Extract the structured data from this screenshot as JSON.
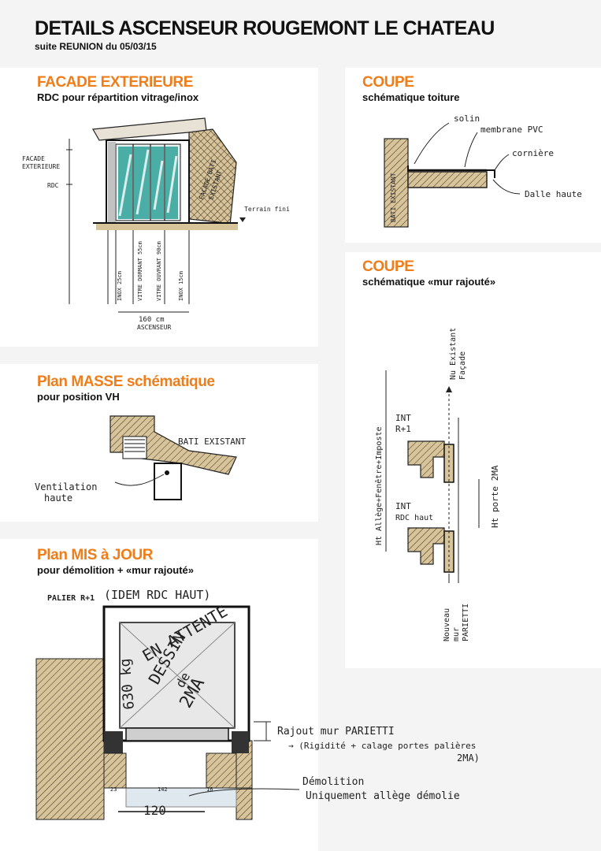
{
  "page": {
    "title": "DETAILS ASCENSEUR ROUGEMONT LE CHATEAU",
    "subtitle": "suite REUNION du 05/03/15"
  },
  "sections": {
    "facade": {
      "title": "FACADE EXTERIEURE",
      "subtitle": "RDC pour répartition vitrage/inox",
      "labels": {
        "facade_exterieure": "FACADE\nEXTERIEURE",
        "rdc": "RDC",
        "facade_bati": "FACADE/BATI\nEXISTANT",
        "terrain_fini": "Terrain fini",
        "inox_left": "INOX 25cm",
        "vitre_dormant": "VITRE DORMANT 55cm",
        "vitre_ouvrant": "VITRE OUVRANT 90cm",
        "inox_right": "INOX 15cm",
        "width": "160 cm",
        "ascenseur": "ASCENSEUR"
      }
    },
    "coupe_toiture": {
      "title": "COUPE",
      "subtitle": "schématique toiture",
      "labels": {
        "solin": "solin",
        "membrane": "membrane PVC",
        "corniere": "cornière",
        "dalle": "Dalle haute",
        "bati": "BATI EXISTANT"
      }
    },
    "coupe_mur": {
      "title": "COUPE",
      "subtitle": "schématique «mur rajouté»",
      "labels": {
        "nu_existant": "Nu Existant\nFaçade",
        "ht_allege": "Ht Allège+Fenêtre+Imposte",
        "int_r1": "INT\nR+1",
        "int_rdc": "INT\nRDC haut",
        "ht_porte": "Ht porte 2MA",
        "nouveau_mur": "Nouveau\nmur\nPARIETTI"
      }
    },
    "plan_masse": {
      "title": "Plan MASSE schématique",
      "subtitle": "pour position VH",
      "labels": {
        "bati": "BATI EXISTANT",
        "ventilation": "Ventilation\nhaute"
      }
    },
    "plan_jour": {
      "title": "Plan MIS à JOUR",
      "subtitle": "pour démolition + «mur rajouté»",
      "labels": {
        "palier": "PALIER R+1",
        "idem": "(IDEM RDC HAUT)",
        "attente": "EN ATTENTE\nDESSIN\nde\n2MA",
        "load": "630 kg",
        "rajout": "Rajout mur PARIETTI",
        "rigidite": "→ (Rigidité + calage portes palières",
        "rigidite2": "2MA)",
        "demolition": "Démolition",
        "uniquement": "Uniquement allège démolie",
        "dim_23": "23",
        "dim_142": "142",
        "dim_16": "16",
        "dim_120": "120"
      }
    }
  },
  "colors": {
    "accent": "#ef7d1a",
    "hatch_fill": "#d8c49a",
    "glass": "#2fa39a",
    "line": "#1a1a1a"
  }
}
